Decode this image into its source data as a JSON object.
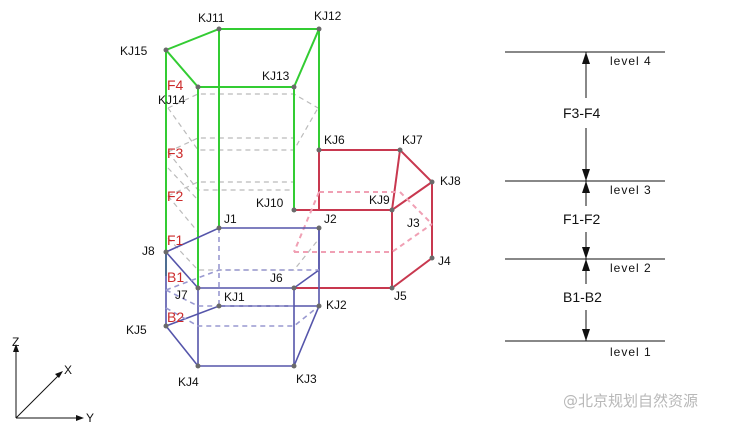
{
  "nodes": {
    "KJ11": "KJ11",
    "KJ12": "KJ12",
    "KJ15": "KJ15",
    "KJ13": "KJ13",
    "KJ14": "KJ14",
    "KJ6": "KJ6",
    "KJ7": "KJ7",
    "KJ8": "KJ8",
    "KJ9": "KJ9",
    "KJ10": "KJ10",
    "J1": "J1",
    "J2": "J2",
    "J3": "J3",
    "J4": "J4",
    "J5": "J5",
    "J6": "J6",
    "J7": "J7",
    "J8": "J8",
    "KJ1": "KJ1",
    "KJ2": "KJ2",
    "KJ3": "KJ3",
    "KJ4": "KJ4",
    "KJ5": "KJ5"
  },
  "floor_labels": {
    "F4": "F4",
    "F3": "F3",
    "F2": "F2",
    "F1": "F1",
    "B1": "B1",
    "B2": "B2"
  },
  "levels": {
    "level4": "level 4",
    "level3": "level 3",
    "level2": "level 2",
    "level1": "level 1"
  },
  "spans": {
    "upper": "F3-F4",
    "middle": "F1-F2",
    "lower": "B1-B2"
  },
  "axes": {
    "z": "Z",
    "x": "X",
    "y": "Y"
  },
  "watermark": "@北京规划自然资源",
  "colors": {
    "green_structure": "#33cc33",
    "red_structure": "#c8384f",
    "blue_structure": "#5555aa",
    "floor_label": "#cc2a2a"
  }
}
